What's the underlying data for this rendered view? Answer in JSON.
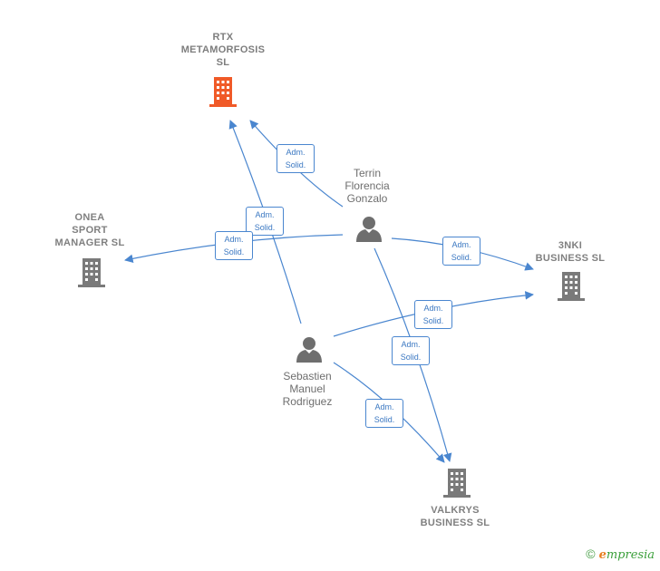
{
  "nodes": {
    "rtx": {
      "label": "RTX\nMETAMORFOSIS\nSL",
      "color": "#f05a28",
      "icon": "building-icon"
    },
    "onea": {
      "label": "ONEA\nSPORT\nMANAGER  SL",
      "color": "#7a7a7a",
      "icon": "building-icon"
    },
    "tnki": {
      "label": "3NKI\nBUSINESS  SL",
      "color": "#7a7a7a",
      "icon": "building-icon"
    },
    "valkrys": {
      "label": "VALKRYS\nBUSINESS  SL",
      "color": "#7a7a7a",
      "icon": "building-icon"
    },
    "terrin": {
      "label": "Terrin\nFlorencia\nGonzalo",
      "color": "#6e6e6e",
      "icon": "person-icon"
    },
    "sebastien": {
      "label": "Sebastien\nManuel\nRodriguez",
      "color": "#6e6e6e",
      "icon": "person-icon"
    }
  },
  "edges": [
    {
      "id": "terrin-rtx",
      "label": "Adm.\nSolid."
    },
    {
      "id": "sebastien-rtx",
      "label": "Adm.\nSolid."
    },
    {
      "id": "terrin-onea",
      "label": "Adm.\nSolid."
    },
    {
      "id": "terrin-tnki",
      "label": "Adm.\nSolid."
    },
    {
      "id": "sebastien-tnki",
      "label": "Adm.\nSolid."
    },
    {
      "id": "terrin-valkrys",
      "label": "Adm.\nSolid."
    },
    {
      "id": "sebastien-valkrys",
      "label": "Adm.\nSolid."
    }
  ],
  "colors": {
    "edge": "#4a86cf",
    "main_company": "#f05a28",
    "company": "#7a7a7a",
    "person": "#6e6e6e"
  },
  "footer": {
    "copyright": "©",
    "brand_first": "e",
    "brand_rest": "mpresia"
  }
}
